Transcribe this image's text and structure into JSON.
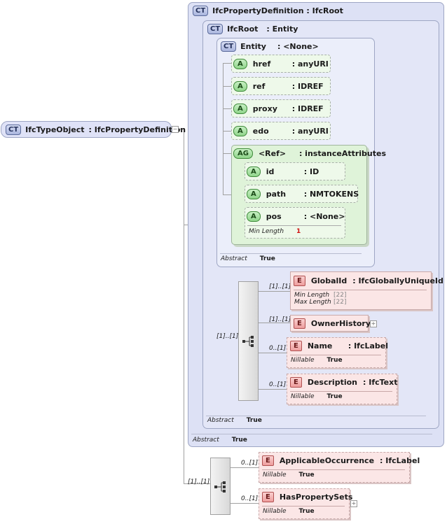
{
  "root": {
    "badge": "CT",
    "name": "IfcTypeObject",
    "type": ": IfcPropertyDefinition"
  },
  "ifcpropdef": {
    "badge": "CT",
    "label": "IfcPropertyDefinition : IfcRoot",
    "meta": "Abstract",
    "meta_val": "True"
  },
  "ifcroot": {
    "badge": "CT",
    "name": "IfcRoot",
    "type": ": Entity",
    "meta": "Abstract",
    "meta_val": "True"
  },
  "entity": {
    "badge": "CT",
    "name": "Entity",
    "type": ": <None>",
    "meta": "Abstract",
    "meta_val": "True",
    "attrs": [
      {
        "badge": "A",
        "name": "href",
        "type": ": anyURI"
      },
      {
        "badge": "A",
        "name": "ref",
        "type": ": IDREF"
      },
      {
        "badge": "A",
        "name": "proxy",
        "type": ": IDREF"
      },
      {
        "badge": "A",
        "name": "edo",
        "type": ": anyURI"
      }
    ],
    "group": {
      "badge": "AG",
      "name": "<Ref>",
      "type": ": instanceAttributes",
      "attrs": [
        {
          "badge": "A",
          "name": "id",
          "type": ": ID"
        },
        {
          "badge": "A",
          "name": "path",
          "type": ": NMTOKENS"
        },
        {
          "badge": "A",
          "name": "pos",
          "type": ": <None>",
          "meta": "Min Length",
          "meta_val": "1"
        }
      ]
    }
  },
  "root_seq_card": "[1]..[1]",
  "root_elements": [
    {
      "badge": "E",
      "name": "GlobalId",
      "type": ": IfcGloballyUniqueId",
      "card": "[1]..[1]",
      "meta1": "Min Length",
      "meta1_val": "[22]",
      "meta2": "Max Length",
      "meta2_val": "[22]"
    },
    {
      "badge": "E",
      "name": "OwnerHistory",
      "card": "[1]..[1]"
    },
    {
      "badge": "E",
      "name": "Name",
      "type": ": IfcLabel",
      "card": "0..[1]",
      "meta": "Nillable",
      "meta_val": "True"
    },
    {
      "badge": "E",
      "name": "Description",
      "type": ": IfcText",
      "card": "0..[1]",
      "meta": "Nillable",
      "meta_val": "True"
    }
  ],
  "outer_seq_card": "[1]..[1]",
  "outer_elements": [
    {
      "badge": "E",
      "name": "ApplicableOccurrence",
      "type": ": IfcLabel",
      "card": "0..[1]",
      "meta": "Nillable",
      "meta_val": "True"
    },
    {
      "badge": "E",
      "name": "HasPropertySets",
      "card": "0..[1]",
      "meta": "Nillable",
      "meta_val": "True"
    }
  ],
  "colors": {
    "ct_fill": "#dde1f5",
    "attr_fill": "#eef9ea",
    "element_fill": "#fbe6e6",
    "line": "#a0a0a0"
  }
}
